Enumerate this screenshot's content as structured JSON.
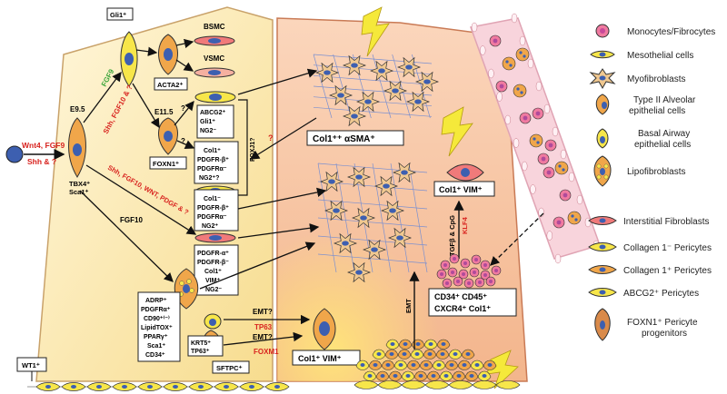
{
  "left_panel": {
    "inducers_top": "Wnt4, FGF9",
    "inducers_bottom": "Shh & ?",
    "stage_e95": "E9.5",
    "tbx4": "TBX4⁺",
    "sca1": "Sca1⁺",
    "gli1_box": "Gli1⁺",
    "fgf9_green": "FGF9",
    "shh_fgf10": "Shh, FGF10 & ?",
    "bsmc": "BSMC",
    "vsmc": "VSMC",
    "acta2_box": "ACTA2⁺",
    "stage_e115": "E11.5",
    "q1": "?",
    "q2": "?",
    "abcg2_box": [
      "ABCG2⁺",
      "Gli1⁺",
      "NG2⁻"
    ],
    "foxn1_box": "FOXN1⁺",
    "col1_box1": [
      "Col1⁺",
      "PDGFR-β⁺",
      "PDGFRα⁻",
      "NG2⁺?"
    ],
    "foxj1": "FOXJ1?",
    "red_q": "?",
    "shh_long": "Shh, FGF10, WNT, PDGF & ?",
    "col1_box2": [
      "Col1⁻",
      "PDGFR-β⁺",
      "PDGFRα⁻",
      "NG2⁺"
    ],
    "fgf10": "FGF10",
    "pdgfr_box": [
      "PDGFR-α⁺",
      "PDGFR-β⁻",
      "Col1⁺",
      "VIM⁺",
      "NG2⁻"
    ],
    "adrp_box": [
      "ADRP⁺",
      "PDGFRα⁺",
      "CD90⁺⁽⁻⁾",
      "LipidTOX⁺",
      "PPARγ⁺",
      "Sca1⁺",
      "CD34⁺"
    ],
    "krt5_box": [
      "KRT5⁺",
      "TP63⁺"
    ],
    "sftpc_box": "SFTPC⁺",
    "wt1_box": "WT1⁺"
  },
  "middle": {
    "emt1": "EMT?",
    "tp63": "TP63",
    "emt2": "EMT?",
    "foxm1": "FOXM1",
    "col1_vim_bottom": "Col1⁺ VIM⁺",
    "col1_asma": "Col1⁺⁺ αSMA⁺",
    "emt_vertical": "EMT"
  },
  "right_panel": {
    "col1_vim": "Col1⁺ VIM⁺",
    "tgfb": "TGFβ & CpG",
    "klf4": "KLF4",
    "cd34_line1": "CD34⁺ CD45⁺",
    "cd34_line2": "CXCR4⁺ Col1⁺"
  },
  "legend": [
    {
      "label": "Monocytes/Fibrocytes",
      "icon": "monocyte-icon"
    },
    {
      "label": "Mesothelial cells",
      "icon": "mesothelial-icon"
    },
    {
      "label": "Myofibroblasts",
      "icon": "myofibroblast-icon"
    },
    {
      "label": "Type II Alveolar",
      "label2": "epithelial cells",
      "icon": "type2-alveolar-icon"
    },
    {
      "label": "Basal Airway",
      "label2": "epithelial cells",
      "icon": "basal-airway-icon"
    },
    {
      "label": "Lipofibroblasts",
      "icon": "lipofibroblast-icon"
    },
    {
      "label": "Interstitial Fibroblasts",
      "icon": "interstitial-fibroblast-icon"
    },
    {
      "label": "Collagen 1⁻ Pericytes",
      "icon": "col1-neg-pericyte-icon"
    },
    {
      "label": "Collagen 1⁺ Pericytes",
      "icon": "col1-pos-pericyte-icon"
    },
    {
      "label": "ABCG2⁺ Pericytes",
      "icon": "abcg2-pericyte-icon"
    },
    {
      "label": "FOXN1⁺ Pericyte",
      "label2": "progenitors",
      "icon": "foxn1-pericyte-icon"
    }
  ],
  "colors": {
    "left_fill": "#fbe9b8",
    "mid_fill": "#f9c9a8",
    "vessel_fill": "#f8d4dc",
    "red_text": "#d8231f",
    "green_text": "#3aa53a",
    "nucleus": "#3d5fb0",
    "orange_cell": "#f0a64a",
    "yellow_cell": "#f7e64a",
    "pink_cell": "#f07aa0"
  }
}
